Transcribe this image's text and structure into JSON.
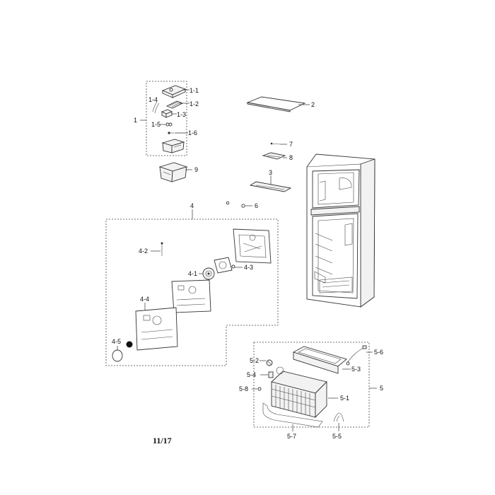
{
  "labels": {
    "l1": "1",
    "l1_1": "1-1",
    "l1_2": "1-2",
    "l1_3": "1-3",
    "l1_4": "1-4",
    "l1_5": "1-5",
    "l1_6": "1-6",
    "l2": "2",
    "l3": "3",
    "l4": "4",
    "l6": "6",
    "l7": "7",
    "l8": "8",
    "l9": "9",
    "l4_1": "4-1",
    "l4_2": "4-2",
    "l4_3": "4-3",
    "l4_4": "4-4",
    "l4_5": "4-5",
    "l5": "5",
    "l5_1": "5-1",
    "l5_2": "5-2",
    "l5_3": "5-3",
    "l5_4": "5-4",
    "l5_5": "5-5",
    "l5_6": "5-6",
    "l5_7": "5-7",
    "l5_8": "5-8"
  },
  "page_number": "11/17"
}
